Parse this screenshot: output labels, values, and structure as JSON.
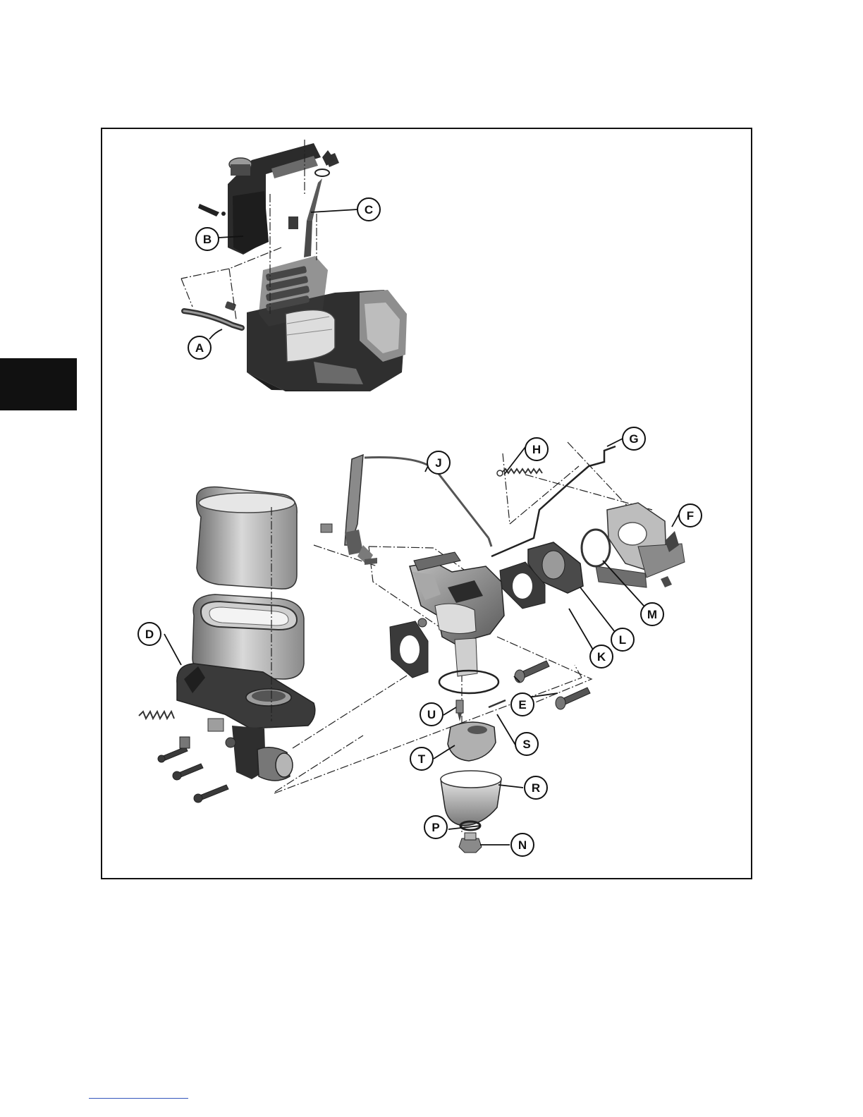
{
  "figure": {
    "callouts": [
      {
        "id": "a",
        "letter": "A"
      },
      {
        "id": "b",
        "letter": "B"
      },
      {
        "id": "c",
        "letter": "C"
      },
      {
        "id": "d",
        "letter": "D"
      },
      {
        "id": "e",
        "letter": "E"
      },
      {
        "id": "f",
        "letter": "F"
      },
      {
        "id": "g",
        "letter": "G"
      },
      {
        "id": "h",
        "letter": "H"
      },
      {
        "id": "j",
        "letter": "J"
      },
      {
        "id": "k",
        "letter": "K"
      },
      {
        "id": "l",
        "letter": "L"
      },
      {
        "id": "m",
        "letter": "M"
      },
      {
        "id": "n",
        "letter": "N"
      },
      {
        "id": "p",
        "letter": "P"
      },
      {
        "id": "r",
        "letter": "R"
      },
      {
        "id": "s",
        "letter": "S"
      },
      {
        "id": "t",
        "letter": "T"
      },
      {
        "id": "u",
        "letter": "U"
      }
    ]
  },
  "colors": {
    "ink": "#111111",
    "part_dark": "#2b2b2b",
    "part_mid": "#7a7a7a",
    "part_light": "#c8c8c8",
    "side_tab": "#111111",
    "footer_rule": "#3355bb"
  }
}
